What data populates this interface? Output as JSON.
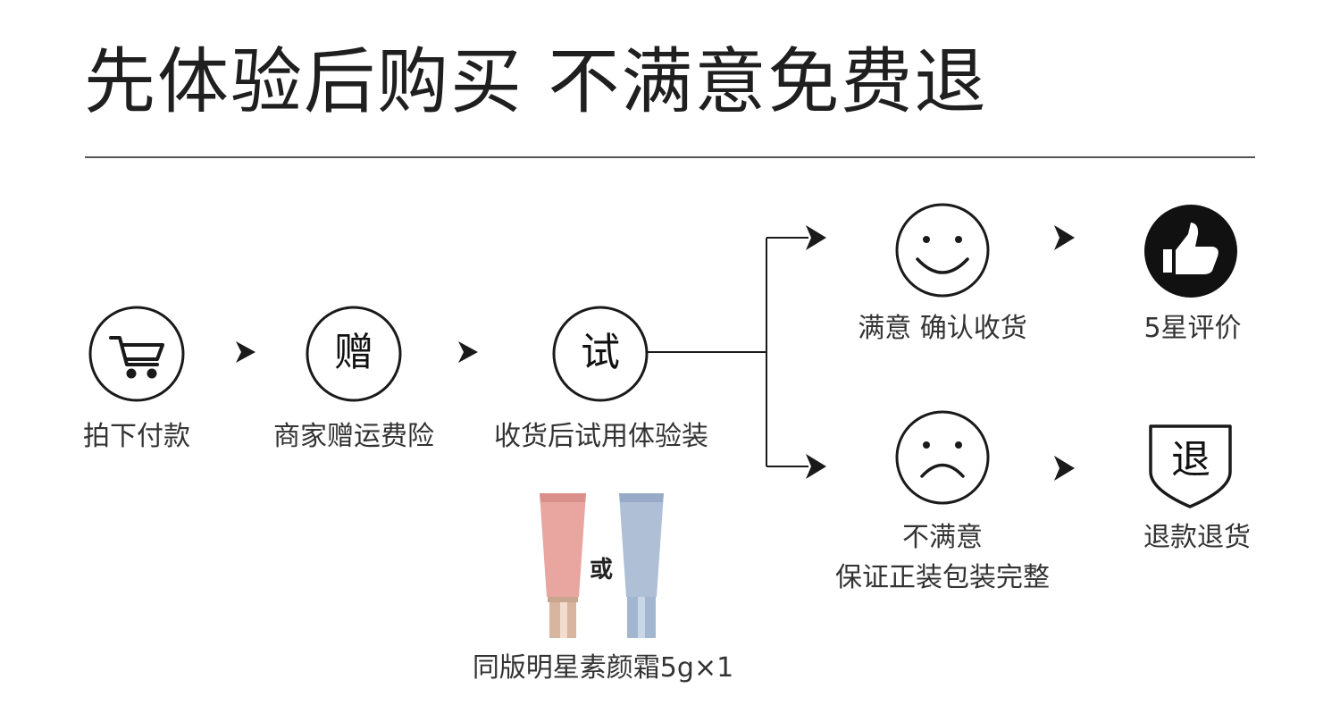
{
  "title": "先体验后购买 不满意免费退",
  "steps": {
    "pay": {
      "icon": "shopping-cart-icon",
      "label": "拍下付款"
    },
    "gift": {
      "char": "赠",
      "label": "商家赠运费险"
    },
    "trial": {
      "char": "试",
      "label": "收货后试用体验装"
    },
    "satisfied": {
      "icon": "smiley-face-icon",
      "label": "满意 确认收货"
    },
    "rating": {
      "icon": "thumbs-up-icon",
      "label": "5星评价"
    },
    "unsatisfied": {
      "icon": "sad-face-icon",
      "label_line1": "不满意",
      "label_line2": "保证正装包装完整"
    },
    "refund": {
      "char": "退",
      "label": "退款退货"
    }
  },
  "sample": {
    "or_text": "或",
    "caption": "同版明星素颜霜5g×1"
  },
  "colors": {
    "stroke": "#1a1a1a",
    "pink_tube": "#e9a6a1",
    "blue_tube": "#aebfd6"
  }
}
